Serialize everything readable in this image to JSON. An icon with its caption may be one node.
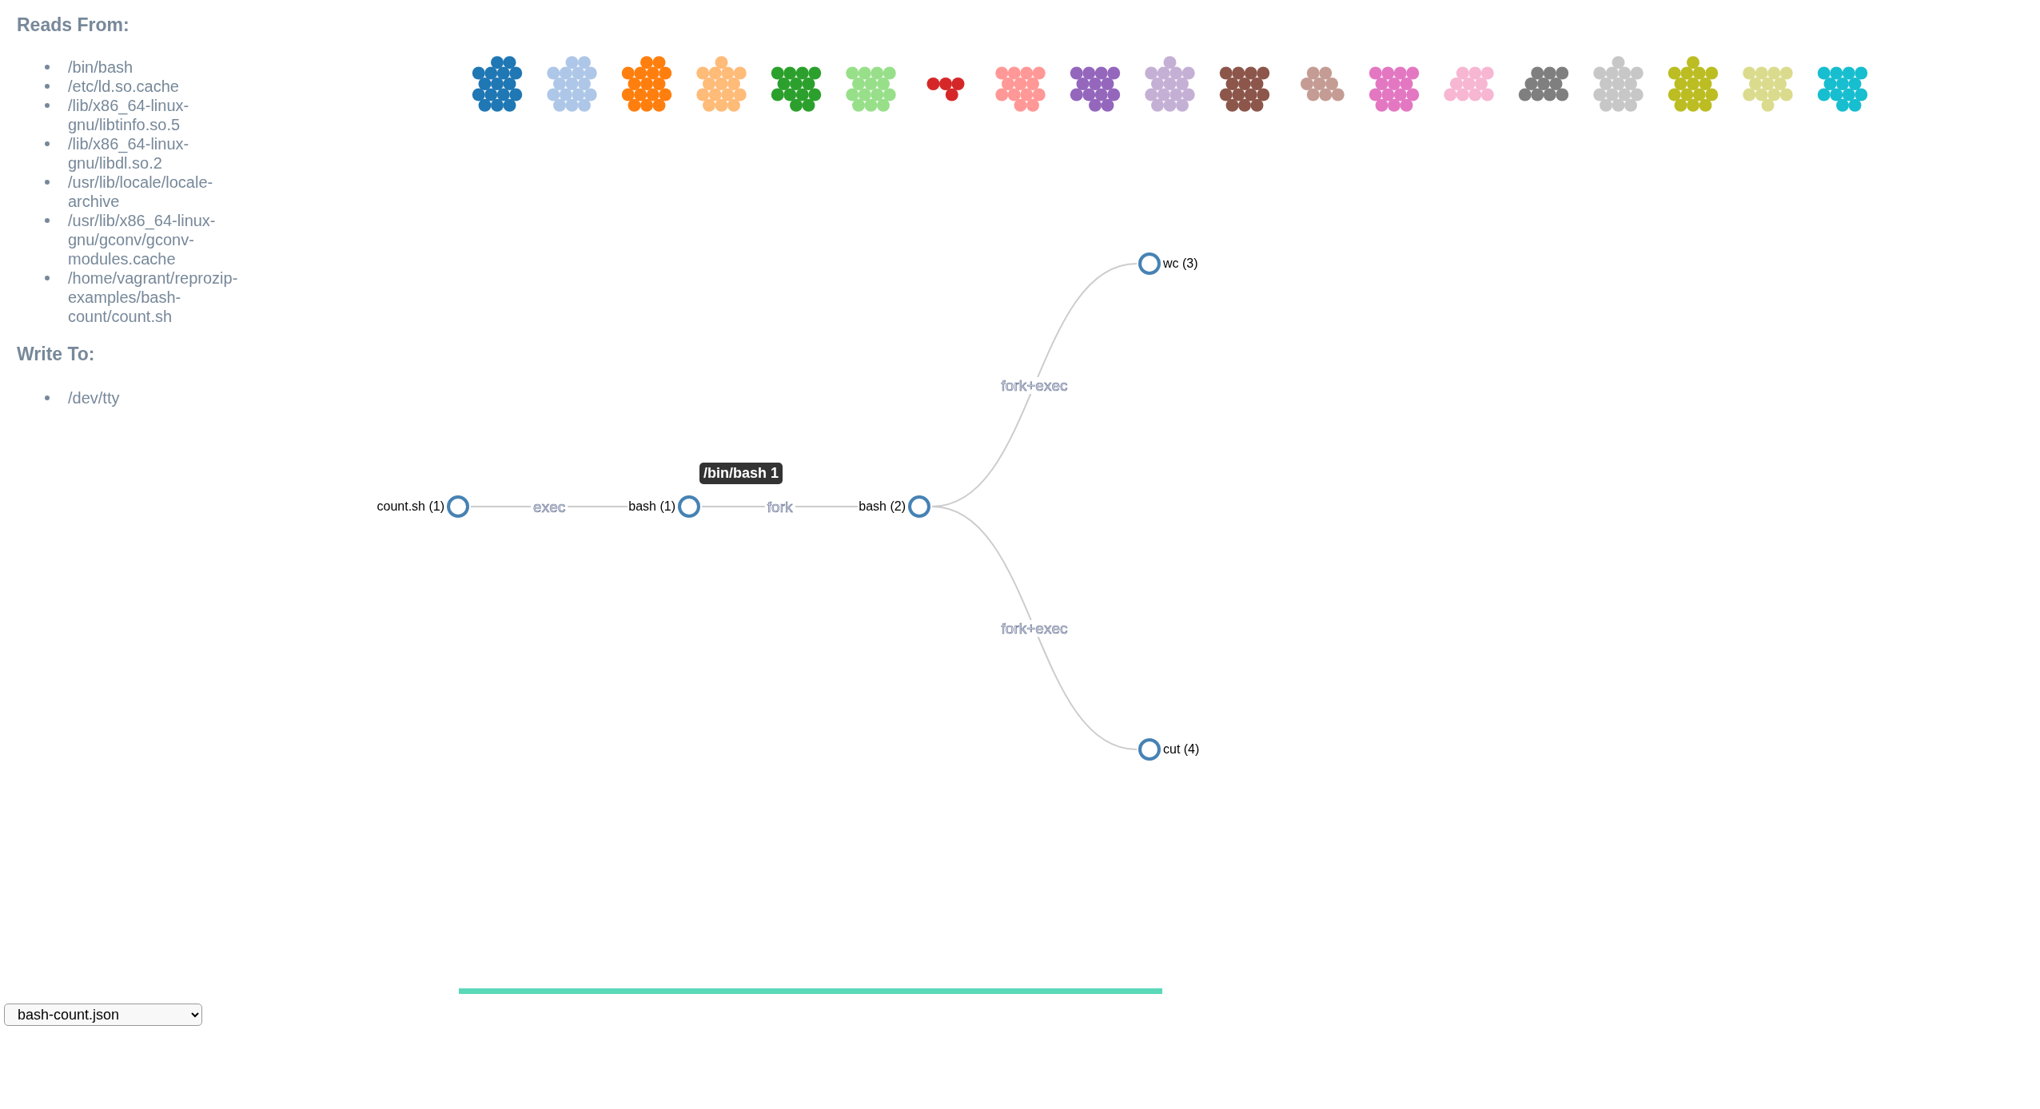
{
  "diagram": {
    "nodes": [
      {
        "text": [
          "count.sh (1)"
        ]
      },
      {
        "text": [
          "bash (1)"
        ]
      },
      {
        "text": [
          "bash (2)"
        ]
      },
      {
        "text": [
          "wc (3)"
        ]
      },
      {
        "text": [
          "cut (4)"
        ]
      }
    ],
    "edges": [
      {
        "from": 0,
        "to": 1,
        "arrow": "none",
        "label": "exec"
      },
      {
        "from": 1,
        "to": 2,
        "arrow": "none",
        "label": "fork"
      },
      {
        "from": 2,
        "to": 3,
        "arrow": "none",
        "label": "fork+exec"
      },
      {
        "from": 2,
        "to": 4,
        "arrow": "none",
        "label": "fork+exec"
      }
    ],
    "labels": [
      "Reads From:",
      "/bin/bash",
      "/etc/ld.so.cache",
      "/lib/x86_64-linux-gnu/libtinfo.so.5",
      "/lib/x86_64-linux-gnu/libdl.so.2",
      "/usr/lib/locale/locale-archive",
      "/usr/lib/x86_64-linux-gnu/gconv/gconv-modules.cache",
      "/home/vagrant/reprozip-examples/bash-count/count.sh",
      "Write To:",
      "/dev/tty",
      "/bin/bash 1",
      "bash-count.json"
    ]
  }
}
